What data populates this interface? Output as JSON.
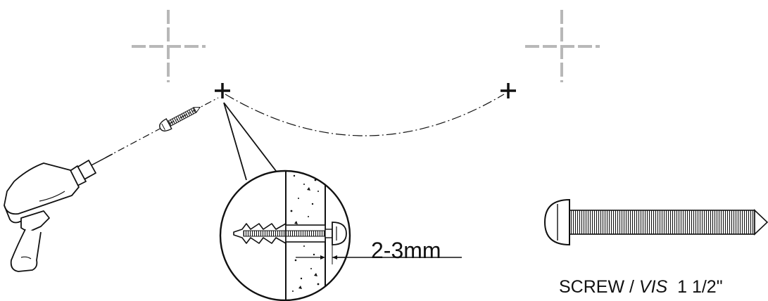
{
  "labels": {
    "gap": "2-3mm",
    "screw_prefix": "SCREW / ",
    "screw_vis": "VIS",
    "screw_size": "  1 1/2\""
  },
  "colors": {
    "line": "#111111",
    "guide_cross": "#b8b8b8",
    "hatch_fill": "#ffffff"
  }
}
